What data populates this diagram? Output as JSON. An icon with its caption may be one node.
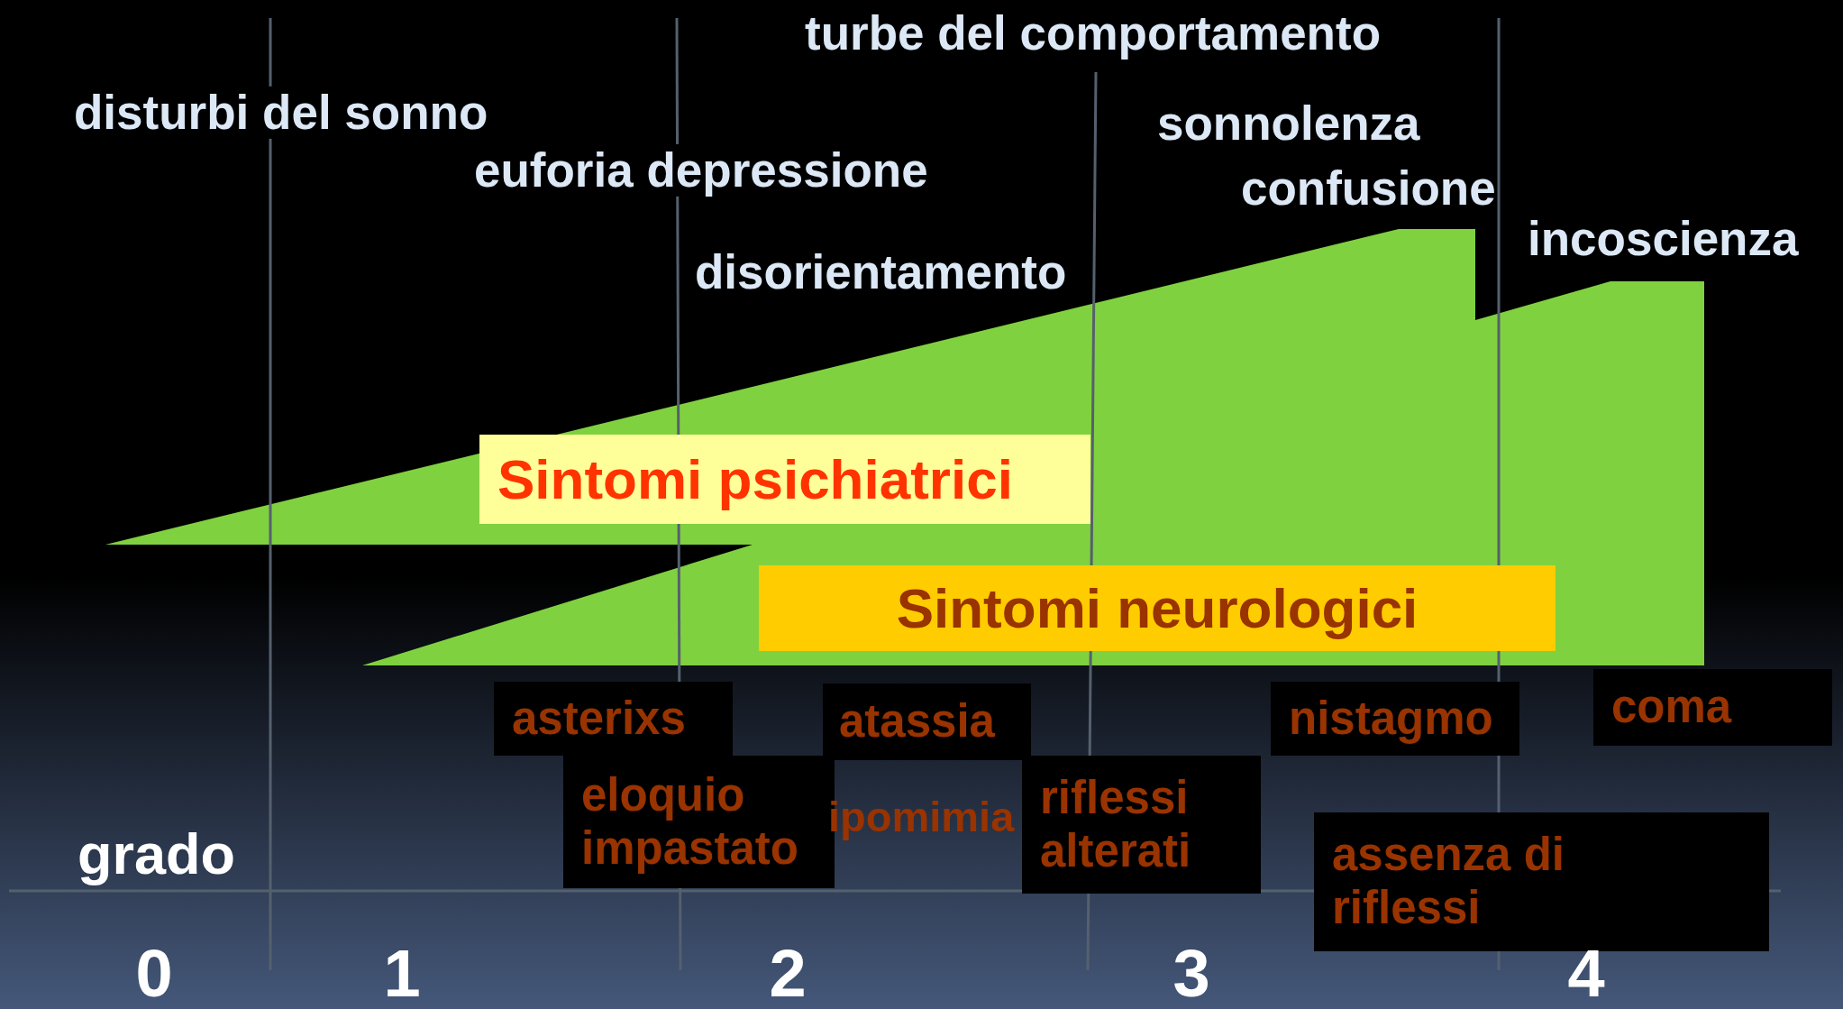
{
  "diagram": {
    "nodes": [
      {
        "text": [
          "Sintomi psichiatrici"
        ]
      },
      {
        "text": [
          "Sintomi neurologici"
        ]
      },
      {
        "text": [
          "asterixs"
        ]
      },
      {
        "text": [
          "atassia"
        ]
      },
      {
        "text": [
          "nistagmo"
        ]
      },
      {
        "text": [
          "coma"
        ]
      },
      {
        "text": [
          "eloquio impastato"
        ]
      },
      {
        "text": [
          "riflessi alterati"
        ]
      },
      {
        "text": [
          "assenza di riflessi"
        ]
      }
    ],
    "labels": [
      "turbe del comportamento",
      "disturbi del sonno",
      "sonnolenza",
      "euforia depressione",
      "confusione",
      "incoscienza",
      "disorientamento",
      "ipomimia",
      "grado",
      "0",
      "1",
      "2",
      "3",
      "4"
    ]
  }
}
